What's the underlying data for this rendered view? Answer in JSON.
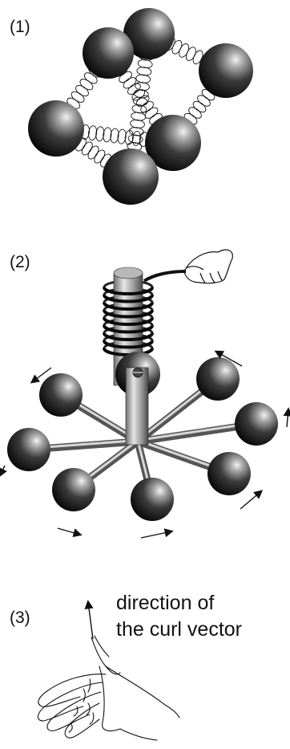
{
  "panels": [
    {
      "label": "(1)"
    },
    {
      "label": "(2)"
    },
    {
      "label": "(3)"
    }
  ],
  "curl_caption": {
    "line1": "direction of",
    "line2": "the curl vector"
  }
}
